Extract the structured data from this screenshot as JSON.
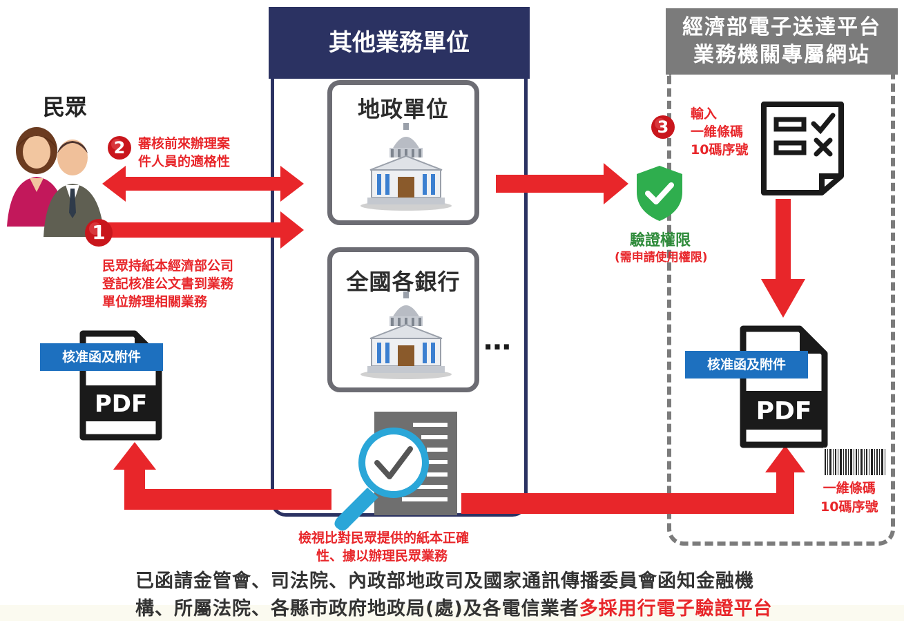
{
  "column_header": "其他業務單位",
  "platform_header": [
    "經濟部電子送達平台",
    "業務機關專屬網站"
  ],
  "public_label": "民眾",
  "step1": {
    "number": "1",
    "text": [
      "民眾持紙本經濟部公司",
      "登記核准公文書到業務",
      "單位辦理相關業務"
    ]
  },
  "step2": {
    "number": "2",
    "text": [
      "審核前來辦理案",
      "件人員的適格性"
    ]
  },
  "step3": {
    "number": "3",
    "text": [
      "輸入",
      "一維條碼",
      "10碼序號"
    ]
  },
  "card1_title": "地政單位",
  "card2_title": "全國各銀行",
  "ellipsis": "…",
  "verify": {
    "title": "驗證權限",
    "subtitle": "(需申請使用權限)"
  },
  "pdf_tag_left": "核准函及附件",
  "pdf_tag_right": "核准函及附件",
  "pdf_label": "PDF",
  "barcode_label": [
    "一維條碼",
    "10碼序號"
  ],
  "review_text": [
    "檢視比對民眾提供的紙本正確",
    "性、據以辦理民眾業務"
  ],
  "bottom_note": {
    "line1": "已函請金管會、司法院、內政部地政司及國家通訊傳播委員會函知金融機",
    "line2_plain": "構、所屬法院、各縣市政府地政局(處)及各電信業者",
    "line2_highlight": "多採用行電子驗證平台"
  },
  "colors": {
    "arrow_red": "#e8262a",
    "navy": "#2b3262",
    "platform_gray": "#7b7b7b",
    "tag_blue": "#1d70bf",
    "shield_green": "#2fae4e"
  }
}
